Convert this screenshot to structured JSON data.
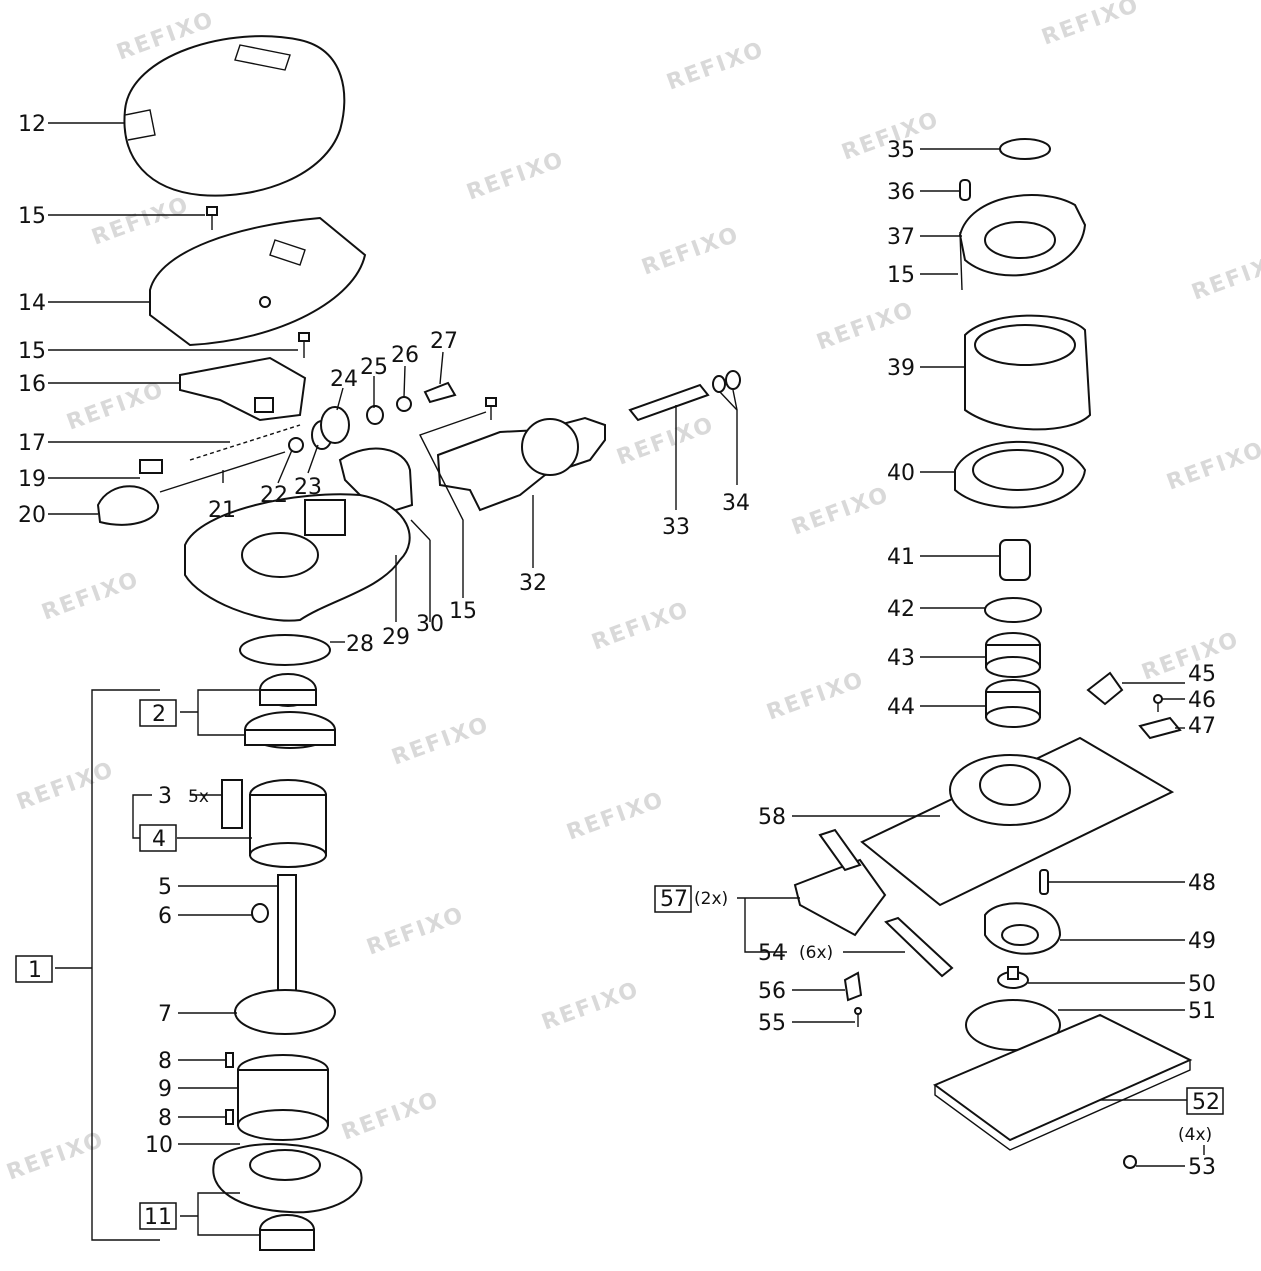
{
  "watermark": "REFIXO",
  "labels": {
    "l1": "1",
    "l2": "2",
    "l3": "3",
    "l3x": "5x",
    "l4": "4",
    "l5": "5",
    "l6": "6",
    "l7": "7",
    "l8a": "8",
    "l8b": "8",
    "l9": "9",
    "l10": "10",
    "l11": "11",
    "l12": "12",
    "l14": "14",
    "l15a": "15",
    "l15b": "15",
    "l15c": "15",
    "l15d": "15",
    "l16": "16",
    "l17": "17",
    "l19": "19",
    "l20": "20",
    "l21": "21",
    "l22": "22",
    "l23": "23",
    "l24": "24",
    "l25": "25",
    "l26": "26",
    "l27": "27",
    "l28": "28",
    "l29": "29",
    "l30": "30",
    "l32": "32",
    "l33": "33",
    "l34": "34",
    "l35": "35",
    "l36": "36",
    "l37": "37",
    "l39": "39",
    "l40": "40",
    "l41": "41",
    "l42": "42",
    "l43": "43",
    "l44": "44",
    "l45": "45",
    "l46": "46",
    "l47": "47",
    "l48": "48",
    "l49": "49",
    "l50": "50",
    "l51": "51",
    "l52": "52",
    "l52x": "(4x)",
    "l53": "53",
    "l54": "54",
    "l54x": "(6x)",
    "l55": "55",
    "l56": "56",
    "l57": "57",
    "l57x": "(2x)",
    "l58": "58"
  }
}
